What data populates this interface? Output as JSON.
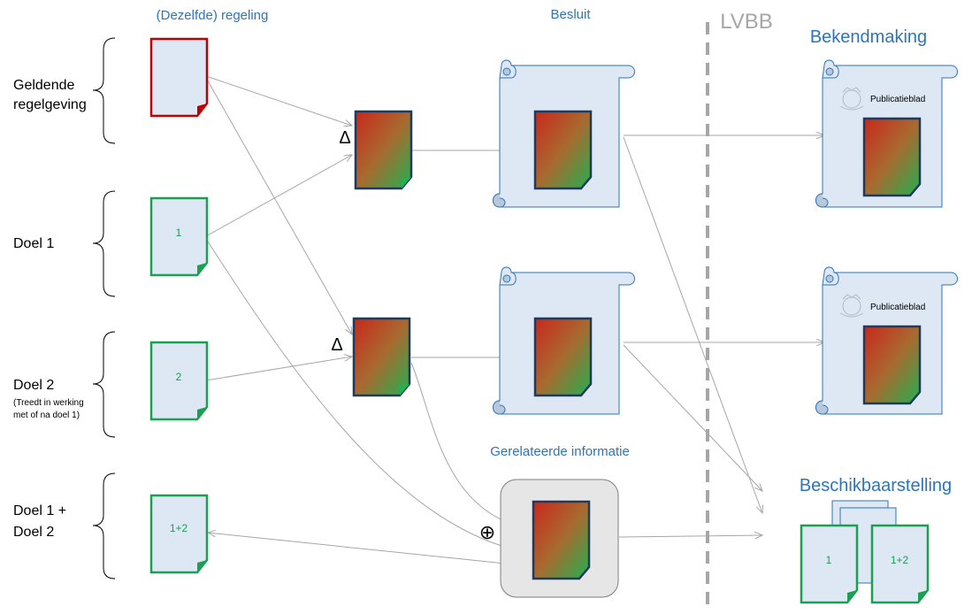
{
  "headers": {
    "regeling": "(Dezelfde) regeling",
    "besluit": "Besluit",
    "lvbb": "LVBB",
    "bekendmaking": "Bekendmaking",
    "gerelateerde": "Gerelateerde informatie",
    "beschikbaarstelling": "Beschikbaarstelling"
  },
  "rows": {
    "geldende_line1": "Geldende",
    "geldende_line2": "regelgeving",
    "doel1": "Doel 1",
    "doel2": "Doel 2",
    "doel2_note1": "(Treedt  in werking",
    "doel2_note2": "met of na doel 1)",
    "doel12_line1": "Doel 1 +",
    "doel12_line2": "Doel 2"
  },
  "documents": {
    "doc1": "1",
    "doc2": "2",
    "doc12": "1+2",
    "beschikbaar1": "1",
    "beschikbaar12": "1+2"
  },
  "symbols": {
    "delta1": "Δ",
    "delta2": "Δ",
    "oplus": "⊕"
  },
  "publicatie": {
    "label1": "Publicatieblad",
    "label2": "Publicatieblad"
  },
  "colors": {
    "accent_blue": "#2e75b6",
    "doc_red": "#c00000",
    "doc_green": "#1aa050",
    "doc_fill": "#dde8f4",
    "connector": "#a6a6a6"
  }
}
